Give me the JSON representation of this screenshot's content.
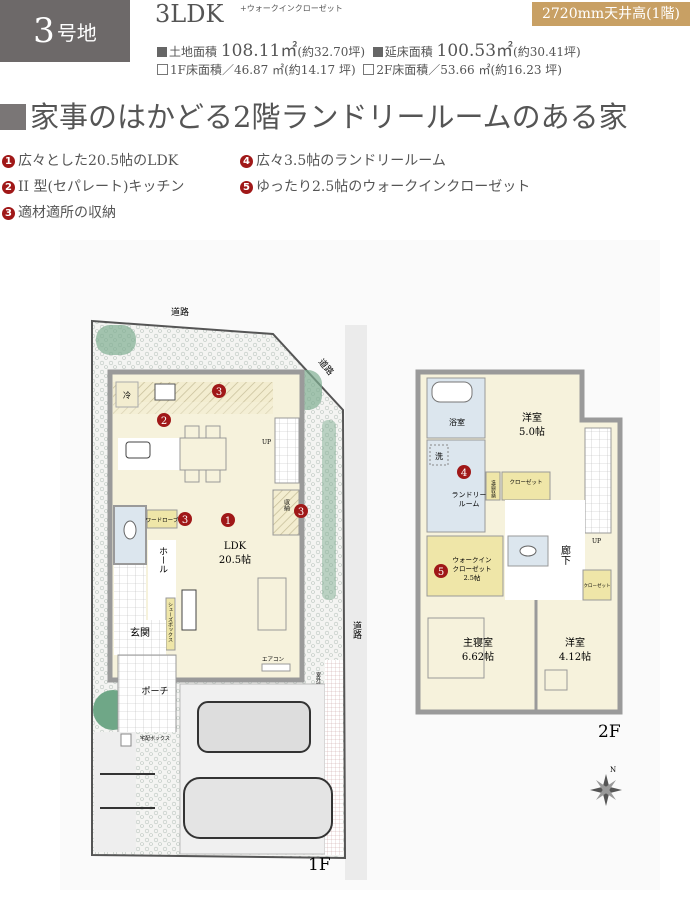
{
  "header": {
    "lot_number": "3",
    "lot_suffix": "号地",
    "plan": "3LDK",
    "plan_sub": "+ウォークインクローゼット",
    "ceiling_badge": "2720mm天井高(1階)",
    "land_area_label": "土地面積",
    "land_area": "108.11㎡",
    "land_area_tsubo": "(約32.70坪)",
    "floor_area_label": "延床面積",
    "floor_area": "100.53㎡",
    "floor_area_tsubo": "(約30.41坪)",
    "f1_area": "1F床面積／46.87 ㎡(約14.17 坪)",
    "f2_area": "2F床面積／53.66 ㎡(約16.23 坪)"
  },
  "headline": "家事のはかどる2階ランドリールームのある家",
  "features": [
    {
      "n": "1",
      "text": "広々とした20.5帖のLDK"
    },
    {
      "n": "2",
      "text": "II 型(セパレート)キッチン"
    },
    {
      "n": "3",
      "text": "適材適所の収納"
    },
    {
      "n": "4",
      "text": "広々3.5帖のランドリールーム"
    },
    {
      "n": "5",
      "text": "ゆったり2.5帖のウォークインクローゼット"
    }
  ],
  "floor1": {
    "label": "1F",
    "road_top": "道路",
    "road_diag": "道路",
    "road_right": "道路",
    "fridge": "冷",
    "up": "UP",
    "ldk": "LDK",
    "ldk_size": "20.5帖",
    "hall": "ホール",
    "entrance": "玄関",
    "porch": "ポーチ",
    "wardrobe": "ワードローブ",
    "shoebox": "シューズボックス",
    "storage": "収納",
    "aircon": "エアコン",
    "outdoor_unit": "室外機",
    "delivery_box": "宅配ボックス",
    "markers": [
      "2",
      "3",
      "3",
      "1",
      "3"
    ]
  },
  "floor2": {
    "label": "2F",
    "bath": "浴室",
    "wash": "洗",
    "laundry": "ランドリールーム",
    "laundry_l1": "ランドリー",
    "laundry_l2": "ルーム",
    "wash_storage": "洗面収納",
    "closet": "クローゼット",
    "room1": "洋室",
    "room1_size": "5.0帖",
    "corridor": "廊下",
    "up": "UP",
    "wic_l1": "ウォークイン",
    "wic_l2": "クローゼット",
    "wic_size": "2.5帖",
    "master": "主寝室",
    "master_size": "6.62帖",
    "room2": "洋室",
    "room2_size": "4.12帖",
    "markers": [
      "4",
      "5"
    ]
  },
  "compass": {
    "north": "N"
  },
  "colors": {
    "accent_red": "#a01818",
    "badge_gold": "#c8a064",
    "header_gray": "#6d6969",
    "floor": "#f6f2dc",
    "wet": "#dce6ee",
    "storage": "#efe6a8",
    "wall": "#9a9a9a",
    "green": "#5f9a7a"
  }
}
